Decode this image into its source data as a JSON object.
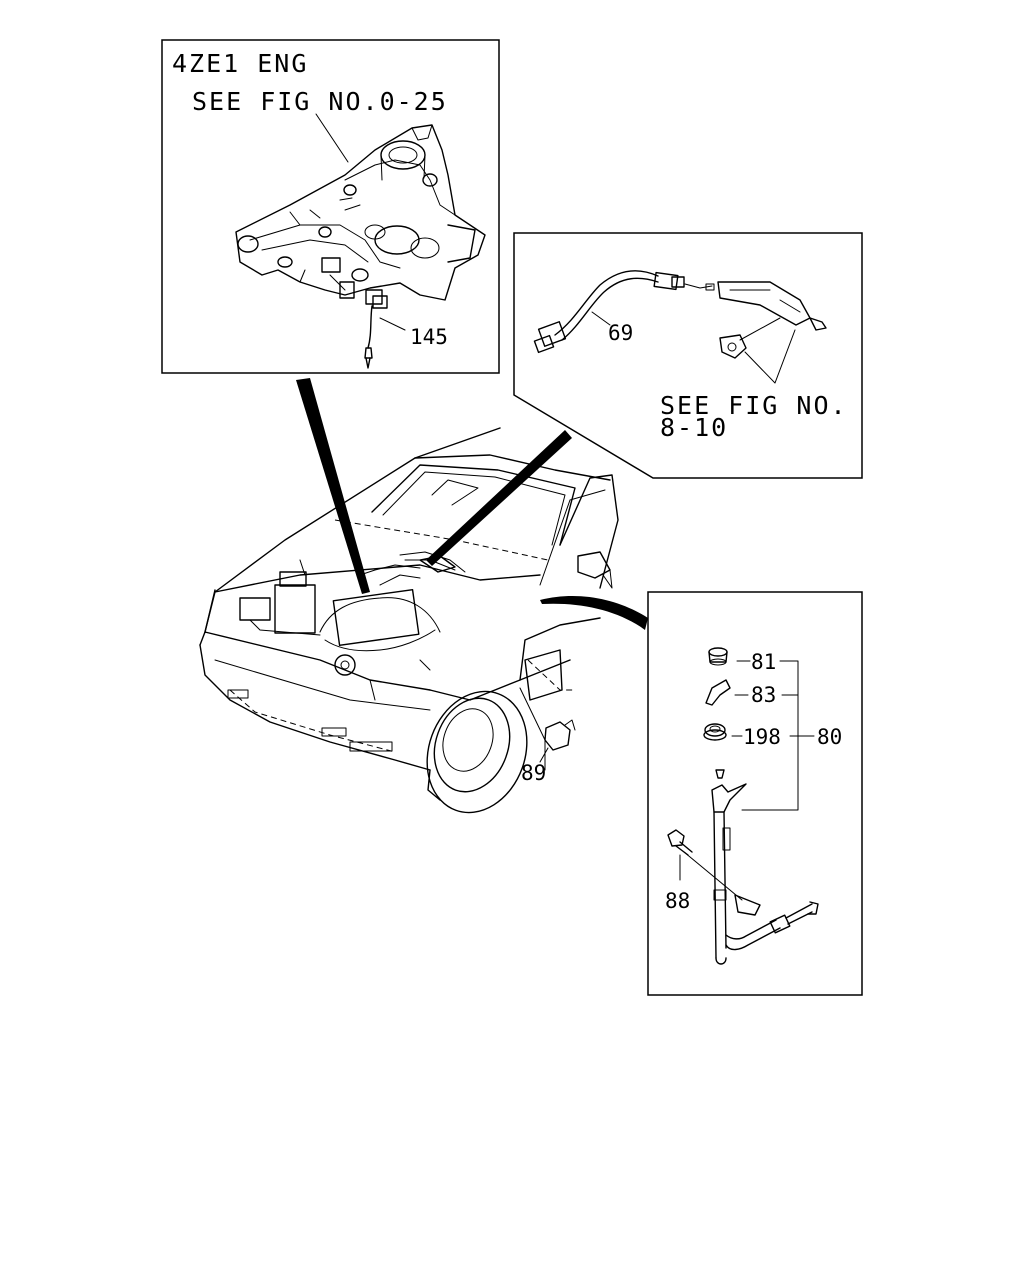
{
  "panels": {
    "engine": {
      "engine_label": "4ZE1 ENG",
      "ref_label": "SEE FIG NO.0-25",
      "part": "145"
    },
    "harness": {
      "part": "69",
      "ref_line1": "SEE FIG NO.",
      "ref_line2": "8-10"
    },
    "speedometer": {
      "parts": {
        "p81": "81",
        "p83": "83",
        "p198": "198",
        "p80": "80",
        "p88": "88"
      }
    }
  },
  "vehicle": {
    "part": "89"
  }
}
